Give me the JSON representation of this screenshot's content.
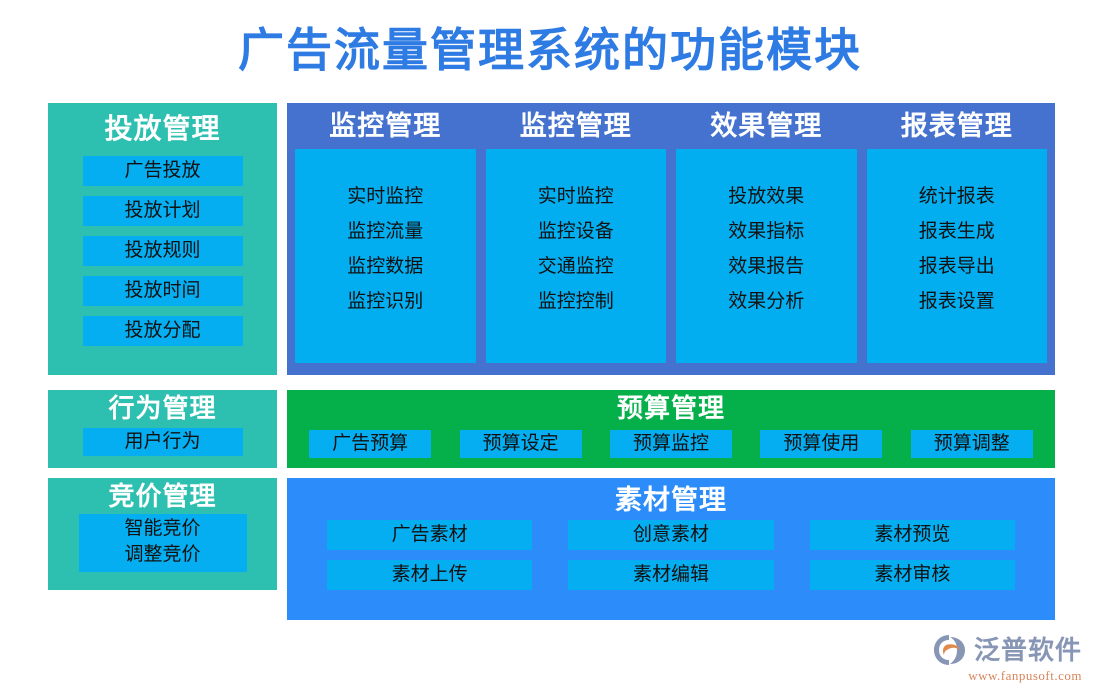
{
  "title": "广告流量管理系统的功能模块",
  "colors": {
    "title_blue": "#2E7BE4",
    "teal_panel": "#2DBFB0",
    "blue_panel": "#4472CE",
    "green_panel": "#05B04B",
    "lightblue_panel": "#2B8CFA",
    "chip_cyan": "#05AEF0",
    "module_box_cyan": "#02AEF0"
  },
  "delivery": {
    "title": "投放管理",
    "items": [
      "广告投放",
      "投放计划",
      "投放规则",
      "投放时间",
      "投放分配"
    ]
  },
  "modules": [
    {
      "title": "监控管理",
      "items": [
        "实时监控",
        "监控流量",
        "监控数据",
        "监控识别"
      ]
    },
    {
      "title": "监控管理",
      "items": [
        "实时监控",
        "监控设备",
        "交通监控",
        "监控控制"
      ]
    },
    {
      "title": "效果管理",
      "items": [
        "投放效果",
        "效果指标",
        "效果报告",
        "效果分析"
      ]
    },
    {
      "title": "报表管理",
      "items": [
        "统计报表",
        "报表生成",
        "报表导出",
        "报表设置"
      ]
    }
  ],
  "behavior": {
    "title": "行为管理",
    "items": [
      "用户行为"
    ]
  },
  "budget": {
    "title": "预算管理",
    "items": [
      "广告预算",
      "预算设定",
      "预算监控",
      "预算使用",
      "预算调整"
    ]
  },
  "bidding": {
    "title": "竞价管理",
    "items": [
      "智能竞价",
      "调整竞价"
    ]
  },
  "assets": {
    "title": "素材管理",
    "items": [
      "广告素材",
      "创意素材",
      "素材预览",
      "素材上传",
      "素材编辑",
      "素材审核"
    ]
  },
  "logo": {
    "name": "泛普软件",
    "url": "www.fanpusoft.com"
  }
}
